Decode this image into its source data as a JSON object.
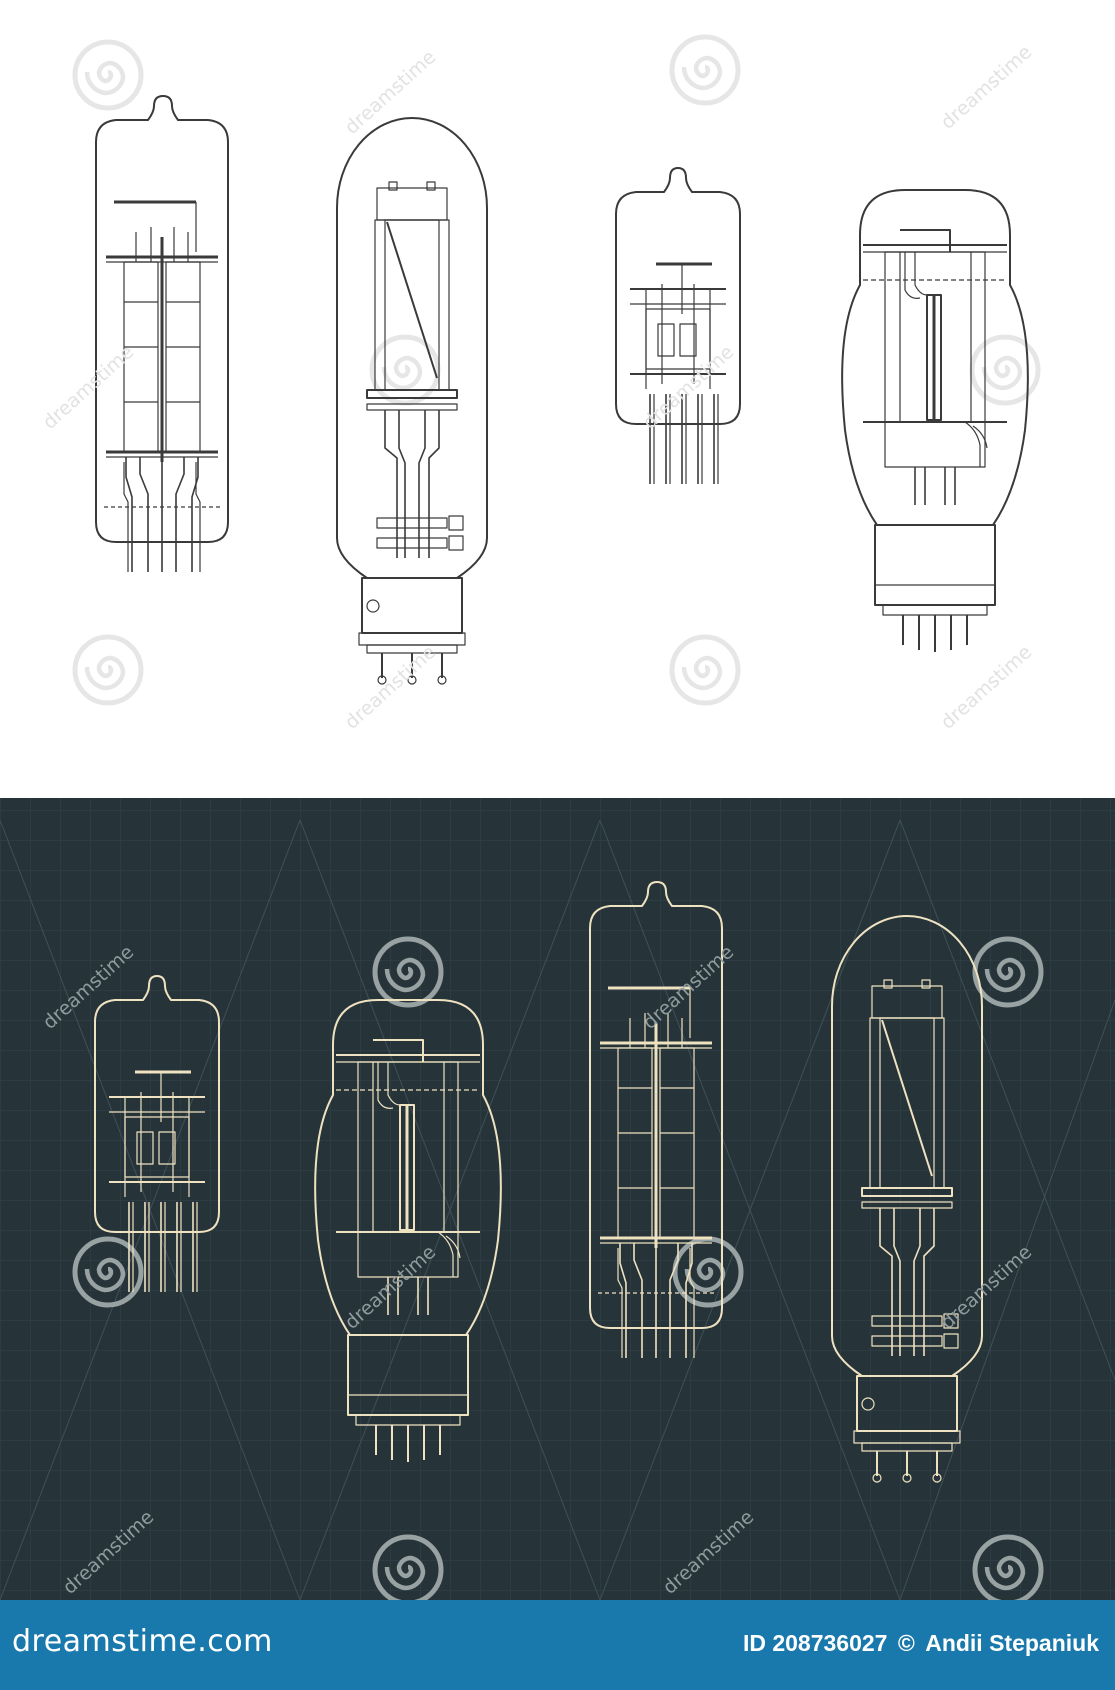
{
  "watermark": {
    "text": "dreamstime",
    "icon": "dreamstime-spiral-icon"
  },
  "footer": {
    "brand": "dreamstime.com",
    "image_id": "ID 208736027",
    "copyright_symbol": "©",
    "author": "Andii Stepaniuk"
  },
  "colors": {
    "light_bg": "#ffffff",
    "light_line": "#3a3a3a",
    "dark_bg": "#26343a",
    "dark_line": "#efe2c0",
    "footer_bg": "#1a79ac"
  }
}
